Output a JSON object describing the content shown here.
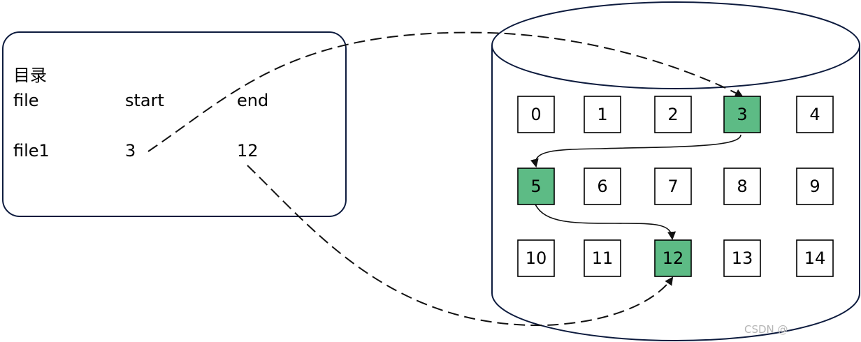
{
  "directory": {
    "title": "目录",
    "headers": [
      "file",
      "start",
      "end"
    ],
    "rows": [
      [
        "file1",
        "3",
        "12"
      ]
    ]
  },
  "blocks": [
    "0",
    "1",
    "2",
    "3",
    "4",
    "5",
    "6",
    "7",
    "8",
    "9",
    "10",
    "11",
    "12",
    "13",
    "14"
  ],
  "highlighted_blocks": [
    "3",
    "5",
    "12"
  ],
  "chain": [
    "3",
    "5",
    "12"
  ],
  "colors": {
    "highlight": "#5dbb85",
    "stroke": "#0d1b3e",
    "block_border": "#000000"
  },
  "watermark": "CSDN @"
}
